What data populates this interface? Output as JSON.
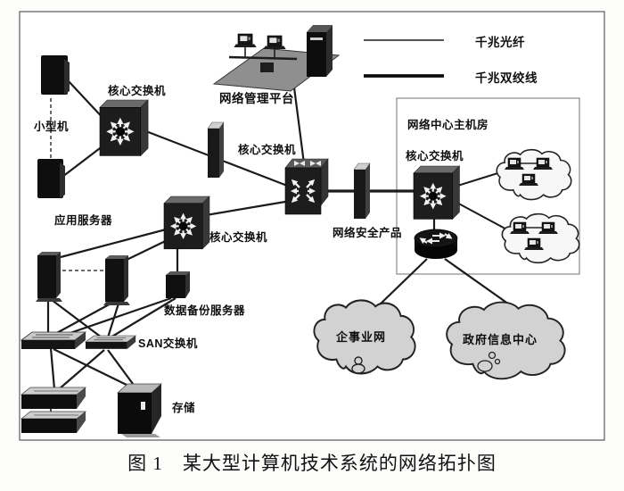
{
  "caption": "图 1　某大型计算机技术系统的网络拓扑图",
  "legend": {
    "items": [
      {
        "label": "千兆光纤",
        "style": "thin-line"
      },
      {
        "label": "千兆双绞线",
        "style": "thick-line"
      }
    ]
  },
  "labels": {
    "core_switch_top": "核心交换机",
    "minicomputer": "小型机",
    "app_server": "应用服务器",
    "mgmt_platform": "网络管理平台",
    "core_switch_center": "核心交换机",
    "core_switch_left": "核心交换机",
    "security_product": "网络安全产品",
    "machine_room": "网络中心主机房",
    "core_switch_room": "核心交换机",
    "backup_server": "数据备份服务器",
    "san_switch": "SAN交换机",
    "storage": "存储",
    "enterprise_cloud": "企事业网",
    "gov_cloud": "政府信息中心"
  },
  "icons": {
    "core_switch": "starburst-arrows-switch-icon",
    "central_switch": "x-arrows-switch-icon",
    "router": "cylinder-arrows-router-icon",
    "security_panel": "thin-slab-icon",
    "server_tower": "black-tower-icon",
    "san_switch": "flat-slab-switch-icon",
    "disk_array": "flat-disk-array-icon",
    "storage_tower": "cube-tower-icon",
    "cloud": "cloud-outline-icon",
    "workstation": "monitor-icon"
  },
  "colors": {
    "background": "#fcfcfa",
    "device_dark": "#161616",
    "line": "#1b1b1b",
    "cloud_fill": "#d2d2d2",
    "border": "#5a5a5a"
  }
}
